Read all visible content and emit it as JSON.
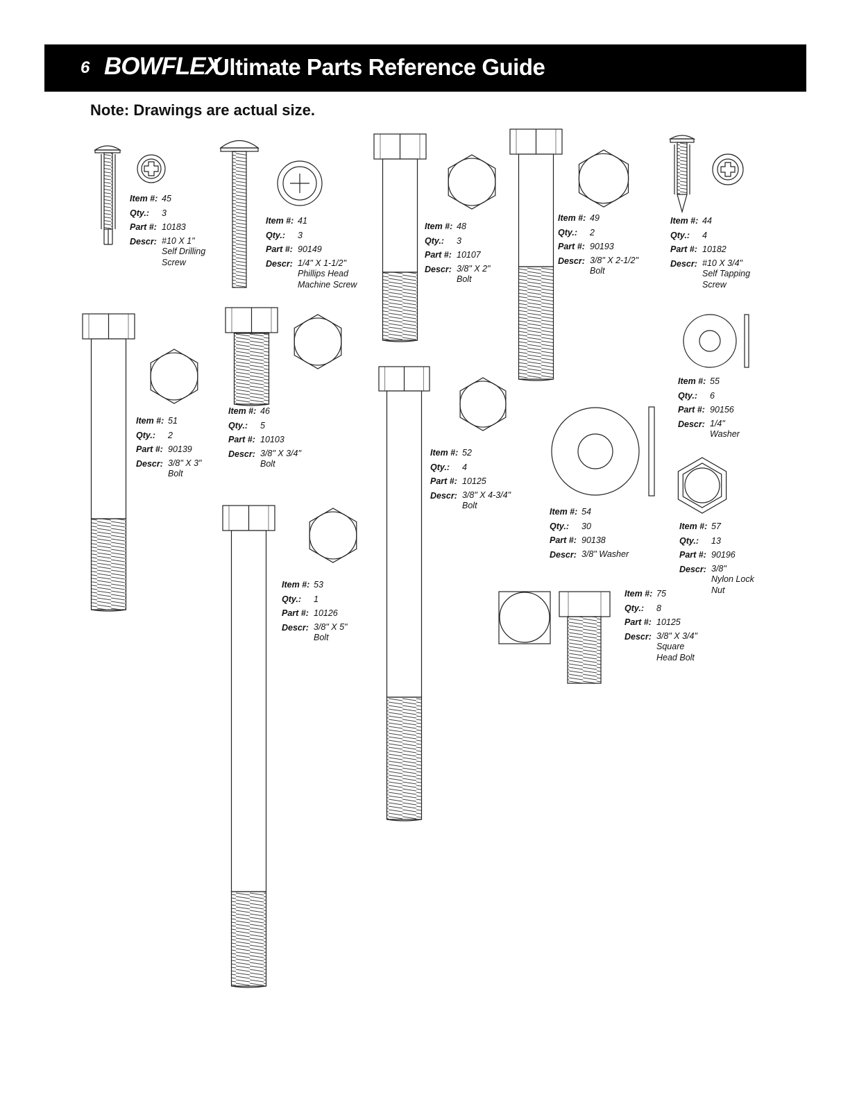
{
  "header": {
    "page_number": "6",
    "brand": "BOWFLEX",
    "title": "Ultimate Parts Reference Guide"
  },
  "note": "Note: Drawings are actual size.",
  "field_labels": {
    "item": "Item #:",
    "qty": "Qty.:",
    "part": "Part #:",
    "descr": "Descr:"
  },
  "parts": [
    {
      "item": "45",
      "qty": "3",
      "part": "10183",
      "descr": [
        "#10 X 1\"",
        "Self Drilling",
        "Screw"
      ],
      "icon": "self-drilling-screw-icon"
    },
    {
      "item": "41",
      "qty": "3",
      "part": "90149",
      "descr": [
        "1/4\" X 1-1/2\"",
        "Phillips Head",
        "Machine Screw"
      ],
      "icon": "machine-screw-icon"
    },
    {
      "item": "48",
      "qty": "3",
      "part": "10107",
      "descr": [
        "3/8\" X 2\"",
        "Bolt"
      ],
      "icon": "hex-bolt-icon"
    },
    {
      "item": "49",
      "qty": "2",
      "part": "90193",
      "descr": [
        "3/8\" X 2-1/2\"",
        "Bolt"
      ],
      "icon": "hex-bolt-icon"
    },
    {
      "item": "44",
      "qty": "4",
      "part": "10182",
      "descr": [
        "#10 X 3/4\"",
        "Self Tapping",
        "Screw"
      ],
      "icon": "self-tapping-screw-icon"
    },
    {
      "item": "51",
      "qty": "2",
      "part": "90139",
      "descr": [
        "3/8\" X 3\"",
        "Bolt"
      ],
      "icon": "hex-bolt-icon"
    },
    {
      "item": "46",
      "qty": "5",
      "part": "10103",
      "descr": [
        "3/8\" X 3/4\"",
        "Bolt"
      ],
      "icon": "hex-bolt-icon"
    },
    {
      "item": "52",
      "qty": "4",
      "part": "10125",
      "descr": [
        "3/8\" X 4-3/4\"",
        "Bolt"
      ],
      "icon": "hex-bolt-icon"
    },
    {
      "item": "55",
      "qty": "6",
      "part": "90156",
      "descr": [
        "1/4\"",
        "Washer"
      ],
      "icon": "washer-icon"
    },
    {
      "item": "54",
      "qty": "30",
      "part": "90138",
      "descr": [
        "3/8\" Washer"
      ],
      "icon": "washer-icon"
    },
    {
      "item": "57",
      "qty": "13",
      "part": "90196",
      "descr": [
        "3/8\"",
        "Nylon Lock",
        "Nut"
      ],
      "icon": "lock-nut-icon"
    },
    {
      "item": "53",
      "qty": "1",
      "part": "10126",
      "descr": [
        "3/8\" X 5\"",
        "Bolt"
      ],
      "icon": "hex-bolt-icon"
    },
    {
      "item": "75",
      "qty": "8",
      "part": "10125",
      "descr": [
        "3/8\" X 3/4\"",
        "Square",
        "Head Bolt"
      ],
      "icon": "square-head-bolt-icon"
    }
  ]
}
